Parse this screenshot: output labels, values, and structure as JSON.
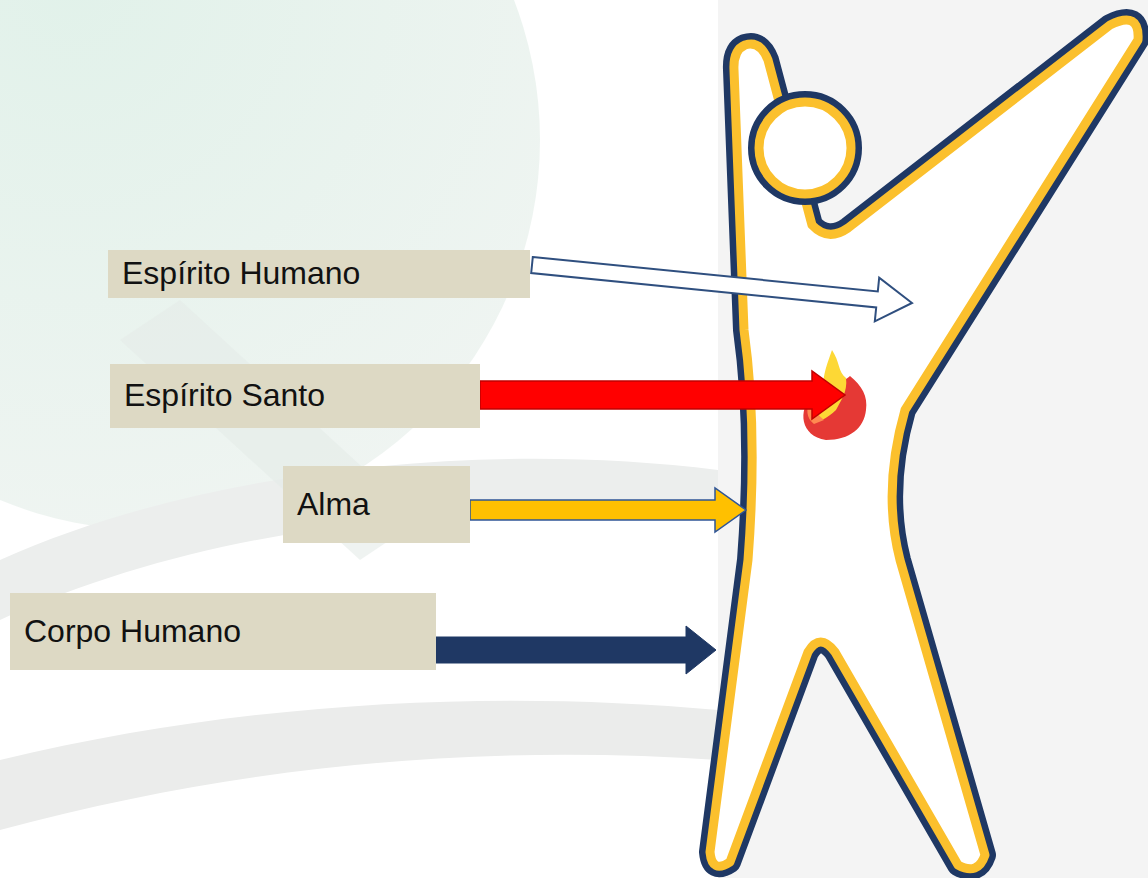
{
  "diagram": {
    "nodes": [
      {
        "text": [
          "Espírito Humano"
        ]
      },
      {
        "text": [
          "Espírito Santo"
        ]
      },
      {
        "text": [
          "Alma"
        ]
      },
      {
        "text": [
          "Corpo Humano"
        ]
      }
    ]
  }
}
